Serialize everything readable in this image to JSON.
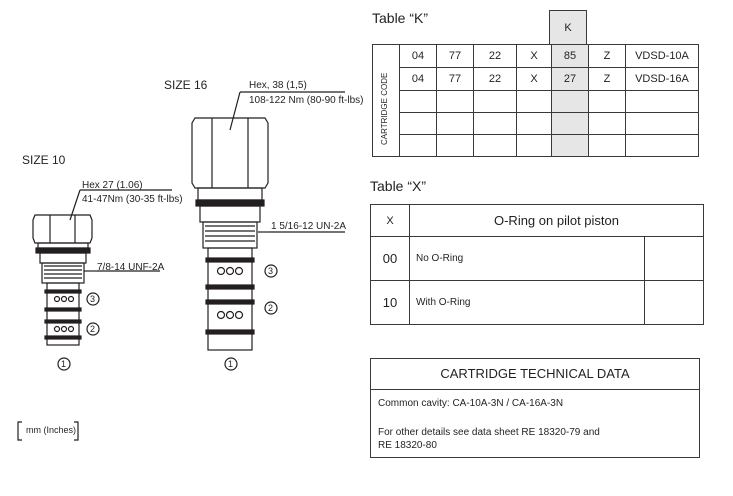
{
  "size10": {
    "title": "SIZE 10",
    "hex": "Hex  27 (1.06)",
    "torque": "41-47Nm (30-35 ft-lbs)",
    "thread": "7/8-14 UNF-2A",
    "ports": [
      "3",
      "2",
      "1"
    ]
  },
  "size16": {
    "title": "SIZE 16",
    "hex": "Hex, 38 (1,5)",
    "torque": "108-122 Nm (80-90 ft-lbs)",
    "thread": "1 5/16-12 UN-2A",
    "ports": [
      "3",
      "2",
      "1"
    ]
  },
  "units_note": "mm  (Inches)",
  "table_k": {
    "title": "Table “K”",
    "header": "K",
    "side_label": "CARTRIDGE CODE",
    "rows": [
      [
        "04",
        "77",
        "22",
        "X",
        "85",
        "Z",
        "VDSD-10A"
      ],
      [
        "04",
        "77",
        "22",
        "X",
        "27",
        "Z",
        "VDSD-16A"
      ]
    ]
  },
  "table_x": {
    "title": "Table “X”",
    "col1": "X",
    "col2": "O-Ring on pilot piston",
    "rows": [
      {
        "code": "00",
        "desc": "No O-Ring"
      },
      {
        "code": "10",
        "desc": "With O-Ring"
      }
    ]
  },
  "tech": {
    "title": "CARTRIDGE TECHNICAL DATA",
    "line1": "Common cavity: CA-10A-3N / CA-16A-3N",
    "line2": "For other details see data sheet RE 18320-79 and",
    "line3": "RE 18320-80"
  }
}
